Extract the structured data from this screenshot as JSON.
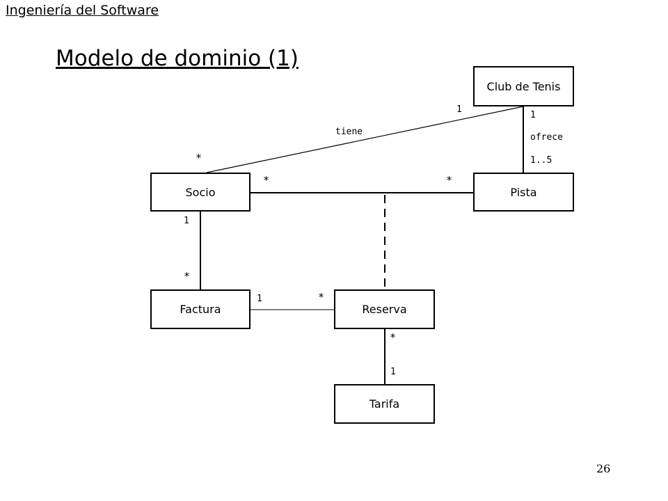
{
  "header": {
    "course": "Ingeniería del Software"
  },
  "title": "Modelo de dominio (1)",
  "page_number": "26",
  "classes": {
    "club": "Club de Tenis",
    "socio": "Socio",
    "pista": "Pista",
    "factura": "Factura",
    "reserva": "Reserva",
    "tarifa": "Tarifa"
  },
  "associations": {
    "tiene": {
      "name": "tiene",
      "socio_end": "*",
      "club_end": "1"
    },
    "ofrece": {
      "name": "ofrece",
      "club_end": "1",
      "pista_end": "1..5"
    },
    "socio_pista": {
      "socio_end": "*",
      "pista_end": "*"
    },
    "socio_factura": {
      "socio_end": "1",
      "factura_end": "*"
    },
    "factura_reserva": {
      "factura_end": "1",
      "reserva_end": "*"
    },
    "reserva_tarifa": {
      "reserva_end": "*",
      "tarifa_end": "1"
    }
  }
}
